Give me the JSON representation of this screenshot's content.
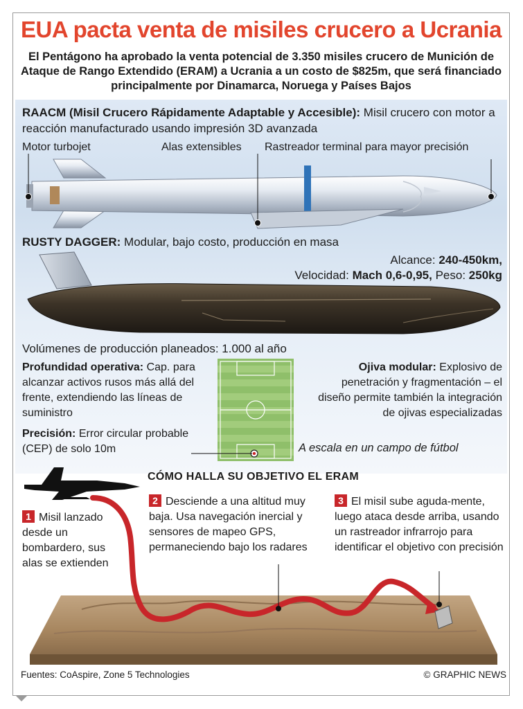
{
  "title": "EUA pacta venta de misiles crucero a Ucrania",
  "subtitle": "El  Pentágono ha aprobado la venta potencial de 3.350 misiles crucero de Munición de Ataque de Rango Extendido (ERAM) a Ucrania a un costo de $825m, que será financiado principalmente por Dinamarca, Noruega y Países Bajos",
  "raacm": {
    "name": "RAACM (Misil Crucero Rápidamente Adaptable y Accesible):",
    "description": "Misil crucero con motor a reacción manufacturado usando impresión 3D avanzada",
    "labels": {
      "motor": "Motor turbojet",
      "alas": "Alas extensibles",
      "rastreador": "Rastreador terminal para mayor precisión"
    }
  },
  "rusty_dagger": {
    "name": "RUSTY DAGGER:",
    "description": "Modular, bajo costo, producción en masa",
    "alcance_label": "Alcance:",
    "alcance_value": "240-450km,",
    "velocidad_label": "Velocidad:",
    "velocidad_value": "Mach 0,6-0,95,",
    "peso_label": "Peso:",
    "peso_value": "250kg"
  },
  "produccion": "Volúmenes de producción planeados: 1.000 al año",
  "profundidad": {
    "label": "Profundidad operativa:",
    "text": "Cap. para alcanzar activos rusos más allá del frente, extendiendo las líneas de suministro"
  },
  "precision": {
    "label": "Precisión:",
    "text": "Error circular probable (CEP) de solo 10m"
  },
  "ojiva": {
    "label": "Ojiva modular:",
    "text": "Explosivo de penetración y fragmentación – el diseño permite también la integración de ojivas especializadas"
  },
  "field_caption": "A escala en un campo de fútbol",
  "howto_title": "CÓMO HALLA SU OBJETIVO EL ERAM",
  "steps": [
    {
      "num": "1",
      "text": "Misil lanzado desde un bombardero, sus alas se extienden"
    },
    {
      "num": "2",
      "text": "Desciende a una altitud muy baja. Usa navegación inercial y sensores de mapeo GPS, permaneciendo bajo los radares"
    },
    {
      "num": "3",
      "text": "El misil sube aguda-mente, luego ataca desde arriba, usando un rastreador infrarrojo para identificar el objetivo con precisión"
    }
  ],
  "footer": {
    "sources": "Fuentes: CoAspire, Zone 5 Technologies",
    "credit": "© GRAPHIC NEWS"
  },
  "colors": {
    "title": "#e2452d",
    "step_badge": "#c8262a",
    "flight_path": "#c8262a"
  }
}
